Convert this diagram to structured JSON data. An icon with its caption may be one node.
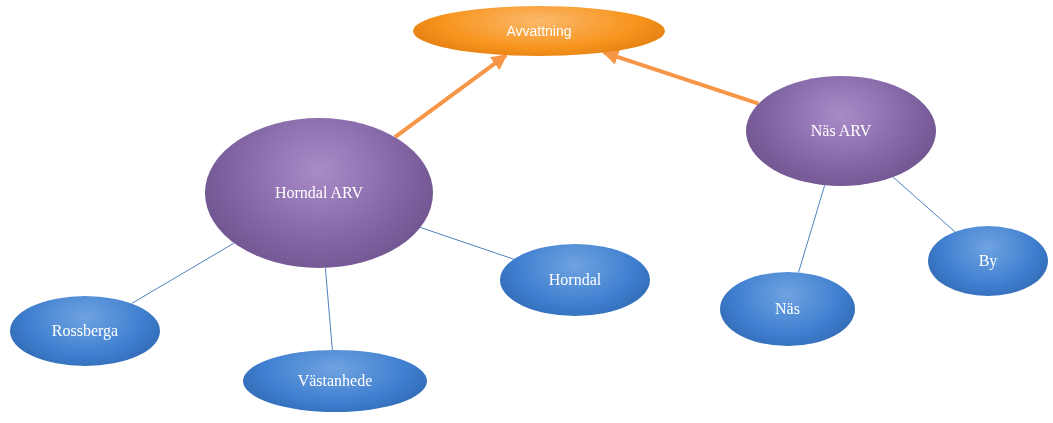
{
  "diagram": {
    "nodes": [
      {
        "text": [
          "Avvattning"
        ]
      },
      {
        "text": [
          "Horndal ARV"
        ]
      },
      {
        "text": [
          "Näs ARV"
        ]
      },
      {
        "text": [
          "Rossberga"
        ]
      },
      {
        "text": [
          "Västanhede"
        ]
      },
      {
        "text": [
          "Horndal"
        ]
      },
      {
        "text": [
          "Näs"
        ]
      },
      {
        "text": [
          "By"
        ]
      }
    ],
    "edges": [
      {
        "from": 1,
        "to": 0,
        "arrow": "to",
        "style": "thick",
        "color": "#f79646"
      },
      {
        "from": 2,
        "to": 0,
        "arrow": "to",
        "style": "thick",
        "color": "#f79646"
      },
      {
        "from": 1,
        "to": 3,
        "arrow": "none"
      },
      {
        "from": 1,
        "to": 4,
        "arrow": "none"
      },
      {
        "from": 1,
        "to": 5,
        "arrow": "none"
      },
      {
        "from": 2,
        "to": 6,
        "arrow": "none"
      },
      {
        "from": 2,
        "to": 7,
        "arrow": "none"
      }
    ]
  }
}
